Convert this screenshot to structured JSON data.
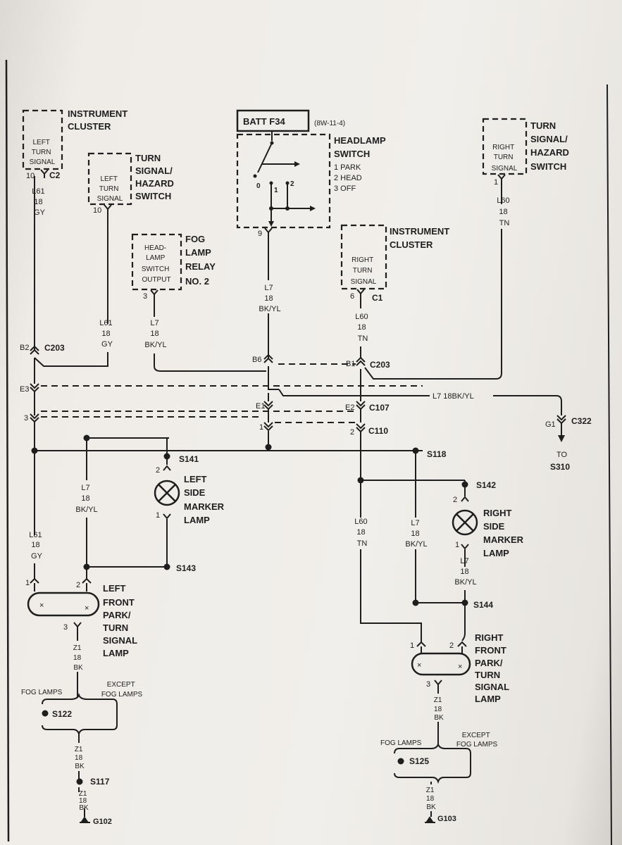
{
  "tl_instrument_cluster": [
    "INSTRUMENT",
    "CLUSTER"
  ],
  "tl_left_turn_signal": [
    "LEFT",
    "TURN",
    "SIGNAL"
  ],
  "tl_pin10_c2": "10",
  "tl_c2": "C2",
  "ts_left_turn_signal": [
    "LEFT",
    "TURN",
    "SIGNAL"
  ],
  "ts_title": [
    "TURN",
    "SIGNAL/",
    "HAZARD",
    "SWITCH"
  ],
  "ts_pin": "10",
  "l61_a": [
    "L61",
    "18",
    "GY"
  ],
  "l61_b": [
    "L61",
    "18",
    "GY"
  ],
  "l61_c": [
    "L61",
    "18",
    "GY"
  ],
  "fog_box": [
    "HEAD-",
    "LAMP",
    "SWITCH",
    "OUTPUT"
  ],
  "fog_title": [
    "FOG",
    "LAMP",
    "RELAY",
    "NO. 2"
  ],
  "fog_pin": "3",
  "l7_fog": [
    "L7",
    "18",
    "BK/YL"
  ],
  "batt": "BATT F34",
  "batt_ref": "(8W-11-4)",
  "hs_title": [
    "HEADLAMP",
    "SWITCH"
  ],
  "hs_modes": [
    "1 PARK",
    "2 HEAD",
    "3 OFF"
  ],
  "hs_pos": [
    "0",
    "1",
    "2"
  ],
  "hs_pin": "9",
  "l7_hs": [
    "L7",
    "18",
    "BK/YL"
  ],
  "ic_right_title": [
    "INSTRUMENT",
    "CLUSTER"
  ],
  "ic_right_box": [
    "RIGHT",
    "TURN",
    "SIGNAL"
  ],
  "ic_pin": "6",
  "ic_c1": "C1",
  "l60_a": [
    "L60",
    "18",
    "TN"
  ],
  "rts_box": [
    "RIGHT",
    "TURN",
    "SIGNAL"
  ],
  "rts_title": [
    "TURN",
    "SIGNAL/",
    "HAZARD",
    "SWITCH"
  ],
  "rts_pin": "1",
  "l60_b": [
    "L60",
    "18",
    "TN"
  ],
  "b2": "B2",
  "c203_left": "C203",
  "b6": "B6",
  "b1": "B1",
  "c203_right": "C203",
  "e3": "E3",
  "e1": "E1",
  "e2": "E2",
  "c107": "C107",
  "pin3_left": "3",
  "pin1_mid": "1",
  "pin2_mid": "2",
  "c110": "C110",
  "l7_long": "L7  18BK/YL",
  "g1": "G1",
  "c322": "C322",
  "to": "TO",
  "s310": "S310",
  "s141": "S141",
  "s118": "S118",
  "s142": "S142",
  "s143": "S143",
  "s144": "S144",
  "lsm_title": [
    "LEFT",
    "SIDE",
    "MARKER",
    "LAMP"
  ],
  "lsm_pin2": "2",
  "lsm_pin1": "1",
  "l7_left": [
    "L7",
    "18",
    "BK/YL"
  ],
  "rsm_title": [
    "RIGHT",
    "SIDE",
    "MARKER",
    "LAMP"
  ],
  "rsm_pin2": "2",
  "rsm_pin1": "1",
  "l7_rsm": [
    "L7",
    "18",
    "BK/YL"
  ],
  "l7_right": [
    "L7",
    "18",
    "BK/YL"
  ],
  "l60_c": [
    "L60",
    "18",
    "TN"
  ],
  "lfp_title": [
    "LEFT",
    "FRONT",
    "PARK/",
    "TURN",
    "SIGNAL",
    "LAMP"
  ],
  "lfp_pin1": "1",
  "lfp_pin2": "2",
  "lfp_pin3": "3",
  "rfp_title": [
    "RIGHT",
    "FRONT",
    "PARK/",
    "TURN",
    "SIGNAL",
    "LAMP"
  ],
  "rfp_pin1": "1",
  "rfp_pin2": "2",
  "rfp_pin3": "3",
  "z1_l1": [
    "Z1",
    "18",
    "BK"
  ],
  "z1_l2": [
    "Z1",
    "18",
    "BK"
  ],
  "z1_l3": [
    "Z1",
    "18",
    "BK"
  ],
  "z1_r1": [
    "Z1",
    "18",
    "BK"
  ],
  "z1_r2": [
    "Z1",
    "18",
    "BK"
  ],
  "fog_lamps_l": "FOG LAMPS",
  "except_fog_l": [
    "EXCEPT",
    "FOG LAMPS"
  ],
  "s122": "S122",
  "s117": "S117",
  "g102": "G102",
  "fog_lamps_r": "FOG LAMPS",
  "except_fog_r": [
    "EXCEPT",
    "FOG LAMPS"
  ],
  "s125": "S125",
  "g103": "G103"
}
